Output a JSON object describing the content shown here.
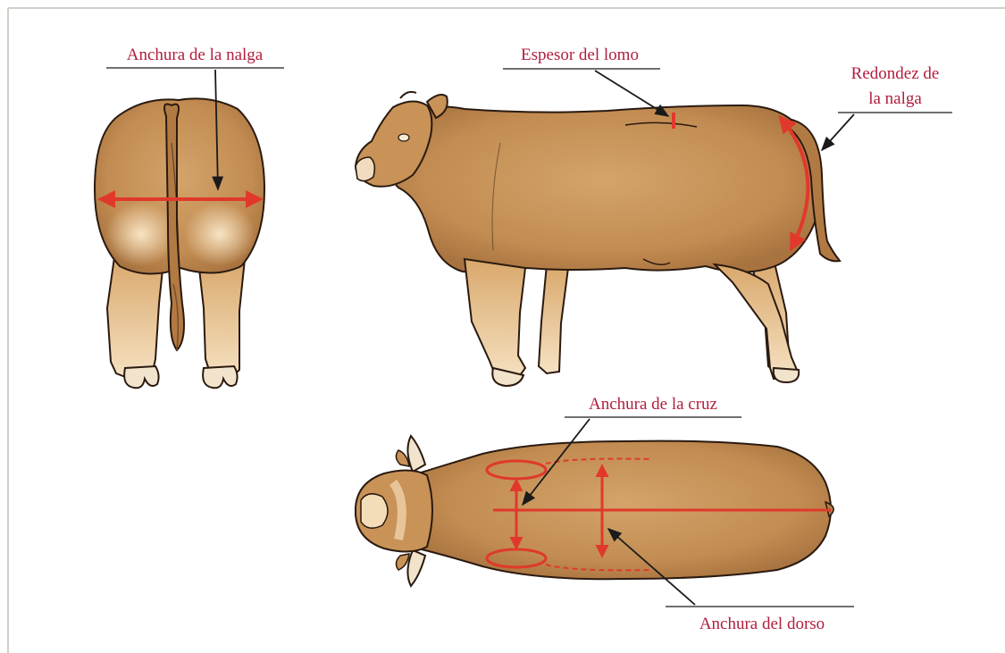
{
  "labels": {
    "rump_width": "Anchura de la nalga",
    "loin_thickness": "Espesor del lomo",
    "rump_roundness_line1": "Redondez de",
    "rump_roundness_line2": "la nalga",
    "withers_width": "Anchura de la cruz",
    "back_width": "Anchura del dorso"
  },
  "colors": {
    "label_text": "#b01e3c",
    "measure_mark": "#e0392b",
    "pointer_arrow": "#1a1a1a",
    "coat": "#c8955a",
    "coat_light": "#f3dcb8",
    "frame": "#cfcfc7"
  }
}
